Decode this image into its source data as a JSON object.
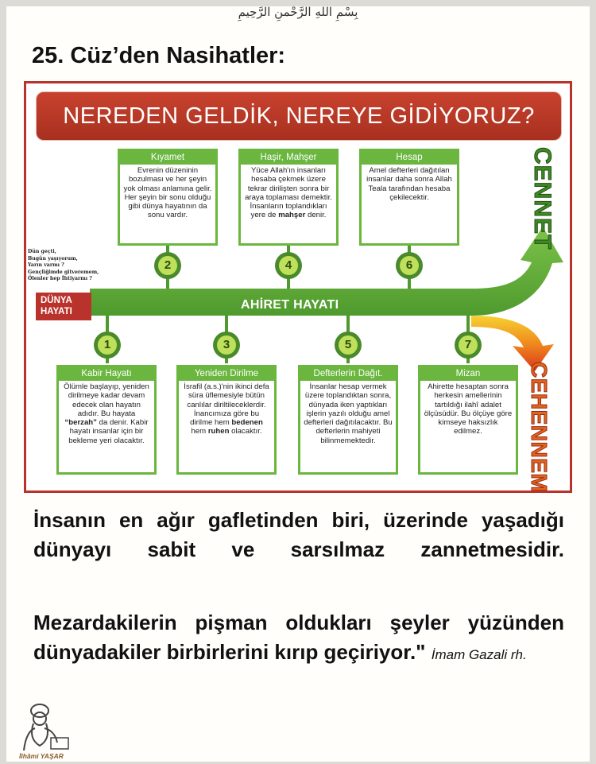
{
  "header": {
    "bismillah": "بِسْمِ اللهِ الرَّحْمنِ الرَّحِيمِ",
    "title": "25. Cüz’den Nasihatler:"
  },
  "diagram": {
    "banner": "NEREDEN GELDİK, NEREYE GİDİYORUZ?",
    "note_lines": [
      "Dün geçti,",
      "Bugün yaşıyorum,",
      "Yarın varmı ?",
      "Gençliğimde gitveremem,",
      "Ölenler hep İhtiyarmı ?"
    ],
    "dunya": "DÜNYA HAYATI",
    "ahiret": "AHİRET HAYATI",
    "cennet": "CENNET",
    "cehennem": "CEHENNEM",
    "top_steps": [
      {
        "num": "2",
        "title": "Kıyamet",
        "text": "Evrenin düzeninin bozulması ve her şeyin yok olması anlamına gelir. Her şeyin bir sonu olduğu gibi dünya hayatının da sonu vardır."
      },
      {
        "num": "4",
        "title": "Haşir, Mahşer",
        "text": "Yüce Allah'ın insanları hesaba çekmek üzere tekrar dirilişten sonra bir araya toplaması demektir. İnsanların toplandıkları yere de",
        "bold": "mahşer",
        "tail": " denir."
      },
      {
        "num": "6",
        "title": "Hesap",
        "text": "Amel defterleri dağıtılan insanlar daha sonra Allah Teala tarafından hesaba çekilecektir."
      }
    ],
    "bottom_steps": [
      {
        "num": "1",
        "title": "Kabir Hayatı",
        "p1": "Ölümle başlayıp, yeniden dirilmeye kadar devam edecek olan hayatın adıdır. Bu hayata ",
        "b1": "“berzah”",
        "p2": " da denir. Kabir hayatı insanlar için bir bekleme yeri olacaktır."
      },
      {
        "num": "3",
        "title": "Yeniden Dirilme",
        "p1": "İsrafil (a.s.)'nin ikinci defa süra üflemesiyle bütün canlılar diriltileceklerdir. İnancımıza göre bu dirilme hem ",
        "b1": "bedenen",
        "p2": " hem ",
        "b2": "ruhen",
        "p3": " olacaktır."
      },
      {
        "num": "5",
        "title": "Defterlerin Dağıt.",
        "p1": "İnsanlar hesap vermek üzere toplandıktan sonra, dünyada iken yaptıkları işlerin yazılı olduğu amel defterleri dağıtılacaktır. Bu defterlerin mahiyeti bilinmemektedir."
      },
      {
        "num": "7",
        "title": "Mizan",
        "p1": "Ahirette hesaptan sonra herkesin amellerinin tartıldığı ilahî adalet ölçüsüdür. Bu ölçüye göre kimseye haksızlık edilmez."
      }
    ]
  },
  "quote": {
    "p1": "İnsanın en ağır gafletinden biri, üzerinde yaşadığı dünyayı sabit ve sarsılmaz zannetmesidir.",
    "p2": "Mezardakilerin pişman oldukları şeyler yüzünden dünyadakiler birbirlerini kırıp geçiriyor.\"",
    "attribution": "İmam Gazali rh."
  },
  "footer": {
    "author": "İlhâmi YAŞAR"
  },
  "colors": {
    "frame": "#b9322b",
    "green": "#6ab63f",
    "banner": "#b7392a"
  }
}
